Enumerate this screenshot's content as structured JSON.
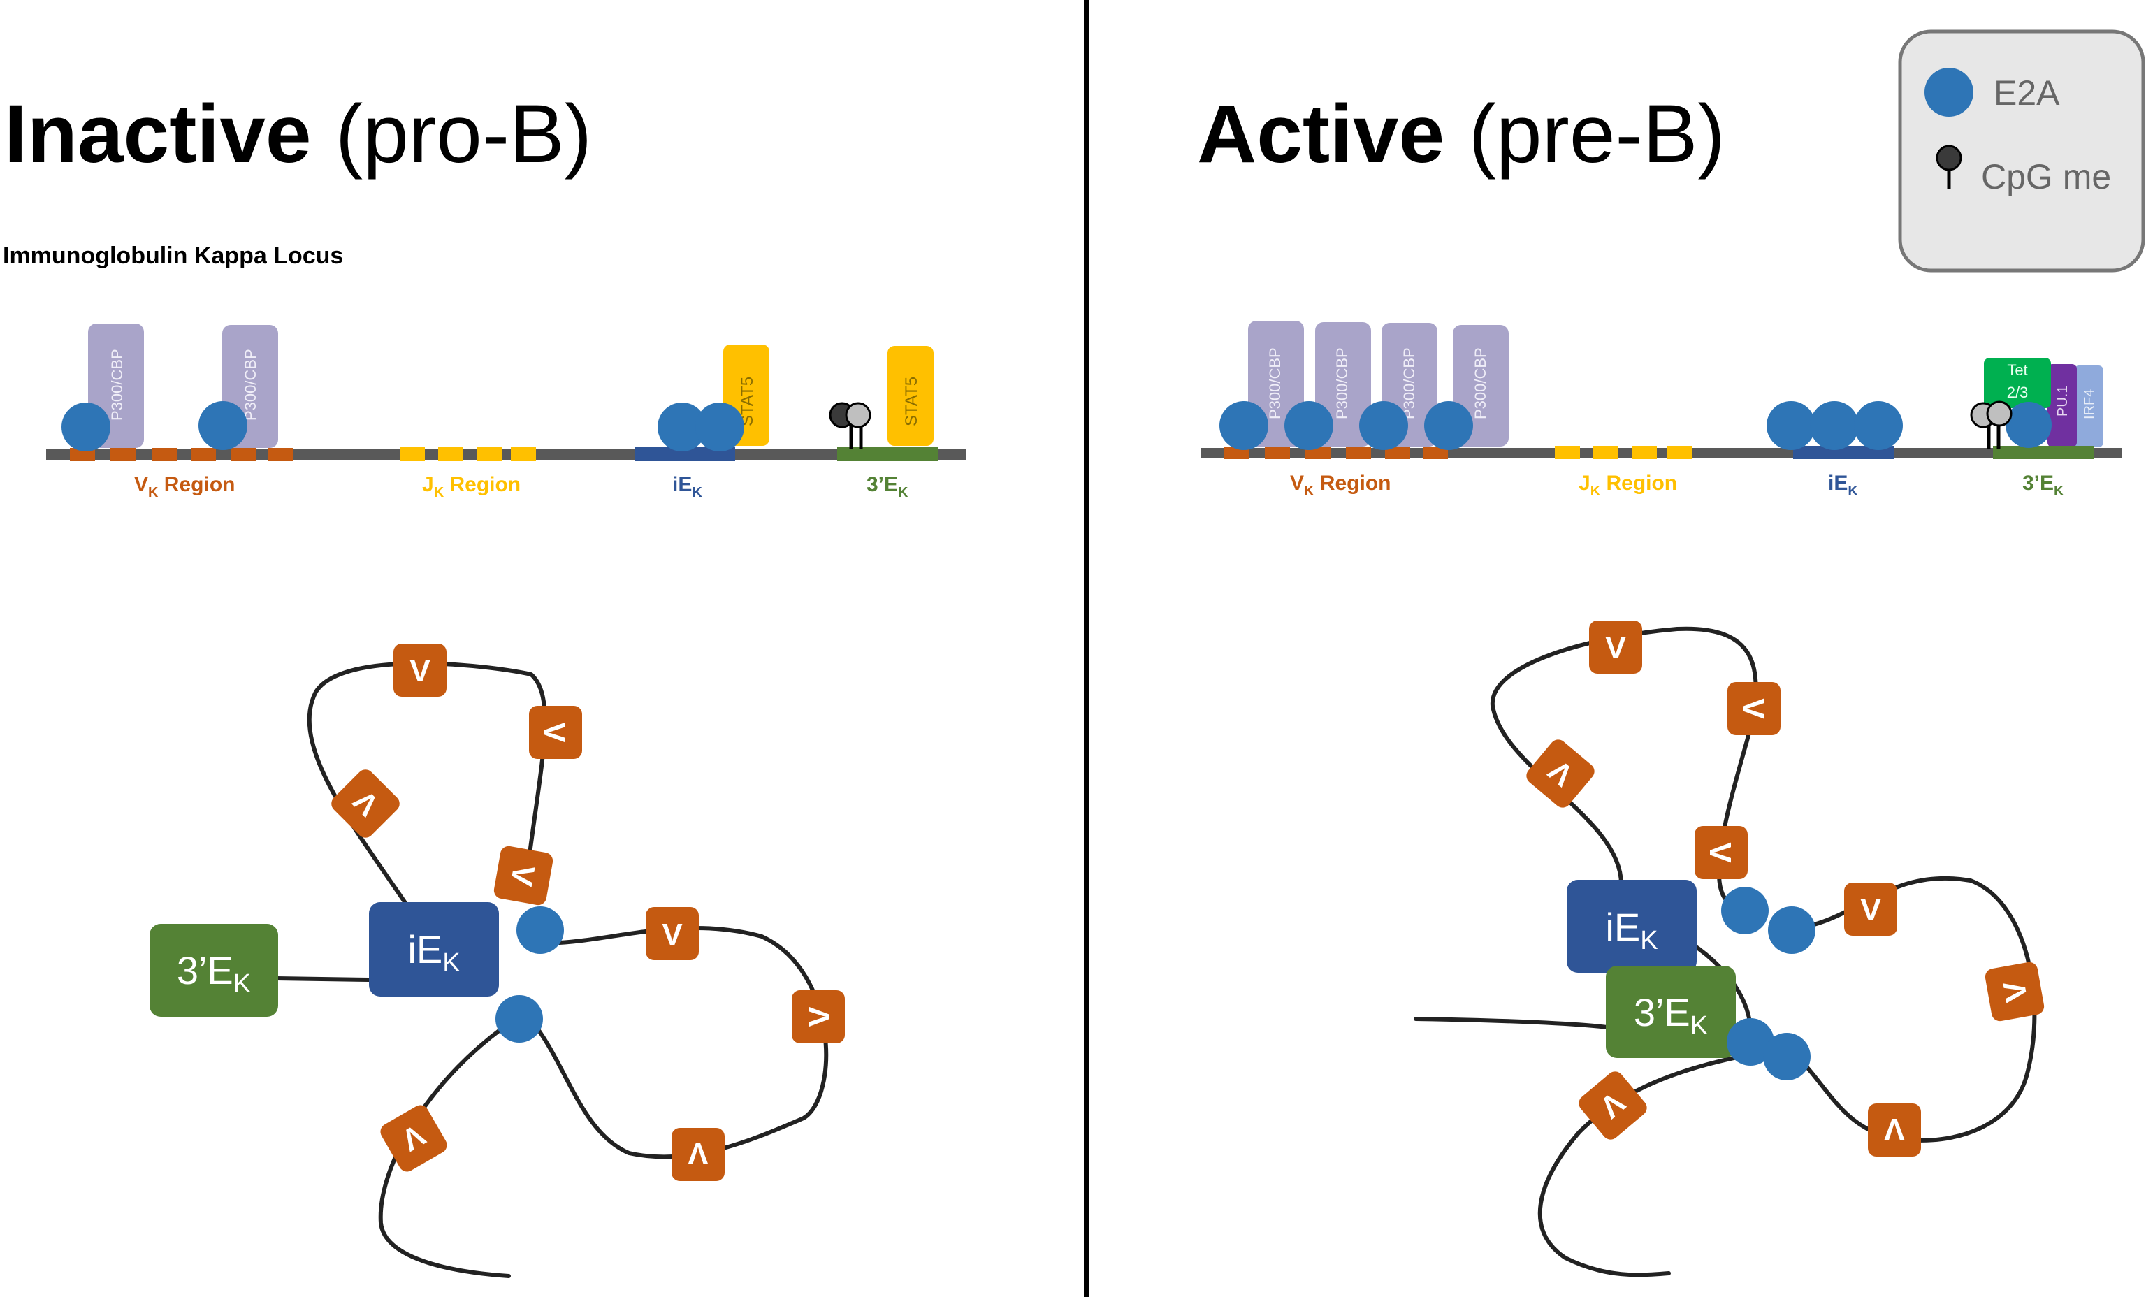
{
  "panels": {
    "left": {
      "title_bold": "Inactive",
      "title_normal": "(pro-B)",
      "locus_label": "Immunoglobulin Kappa Locus",
      "regions": {
        "vk": {
          "main": "V",
          "sub": "K",
          "tail": " Region"
        },
        "jk": {
          "main": "J",
          "sub": "K",
          "tail": " Region"
        },
        "iek": {
          "main": "iE",
          "sub": "K"
        },
        "e3k": {
          "main": "3’E",
          "sub": "K"
        }
      },
      "factors": {
        "p300": "P300/CBP",
        "stat5": "STAT5"
      },
      "modules": {
        "iek": {
          "main": "iE",
          "sub": "K"
        },
        "e3k": {
          "main": "3’E",
          "sub": "K"
        }
      },
      "v_segment": "V"
    },
    "right": {
      "title_bold": "Active",
      "title_normal": "(pre-B)",
      "regions": {
        "vk": {
          "main": "V",
          "sub": "K",
          "tail": " Region"
        },
        "jk": {
          "main": "J",
          "sub": "K",
          "tail": " Region"
        },
        "iek": {
          "main": "iE",
          "sub": "K"
        },
        "e3k": {
          "main": "3’E",
          "sub": "K"
        }
      },
      "factors": {
        "p300": "P300/CBP",
        "tet": [
          "Tet",
          "2/3"
        ],
        "pu1": "PU.1",
        "irf4": "IRF4"
      },
      "modules": {
        "iek": {
          "main": "iE",
          "sub": "K"
        },
        "e3k": {
          "main": "3’E",
          "sub": "K"
        }
      },
      "v_segment": "V"
    }
  },
  "legend": {
    "e2a_label": "E2A",
    "cpg_label": "CpG me"
  },
  "colors": {
    "e2a": "#2e75b6",
    "v_orange": "#c55a11",
    "j_yellow": "#ffc000",
    "iek_blue": "#2f5597",
    "e3k_green": "#548235",
    "p300": "#a9a4c9",
    "stat5": "#ffc000",
    "tet": "#00b050",
    "pu1": "#7030a0",
    "irf4": "#8faadc",
    "chromatin": "#595959"
  }
}
